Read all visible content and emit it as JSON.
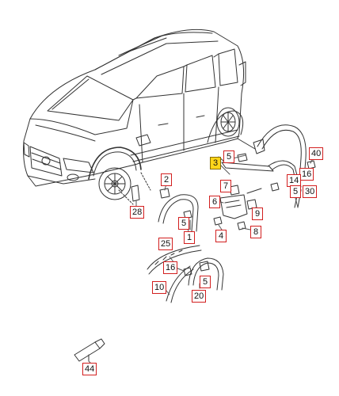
{
  "diagram": {
    "callouts": [
      {
        "key": "c3",
        "label": "3",
        "highlighted": true
      },
      {
        "key": "c5a",
        "label": "5"
      },
      {
        "key": "c40",
        "label": "40"
      },
      {
        "key": "c16a",
        "label": "16"
      },
      {
        "key": "c14",
        "label": "14"
      },
      {
        "key": "c5b",
        "label": "5"
      },
      {
        "key": "c30",
        "label": "30"
      },
      {
        "key": "c2",
        "label": "2"
      },
      {
        "key": "c7",
        "label": "7"
      },
      {
        "key": "c6",
        "label": "6"
      },
      {
        "key": "c9",
        "label": "9"
      },
      {
        "key": "c28",
        "label": "28"
      },
      {
        "key": "c5c",
        "label": "5"
      },
      {
        "key": "c1",
        "label": "1"
      },
      {
        "key": "c4",
        "label": "4"
      },
      {
        "key": "c8",
        "label": "8"
      },
      {
        "key": "c25",
        "label": "25"
      },
      {
        "key": "c16b",
        "label": "16"
      },
      {
        "key": "c5d",
        "label": "5"
      },
      {
        "key": "c10",
        "label": "10"
      },
      {
        "key": "c20",
        "label": "20"
      },
      {
        "key": "c44",
        "label": "44"
      }
    ]
  },
  "colors": {
    "callout_border": "#d21f1f",
    "callout_highlight": "#ffd51a",
    "line": "#333333"
  }
}
